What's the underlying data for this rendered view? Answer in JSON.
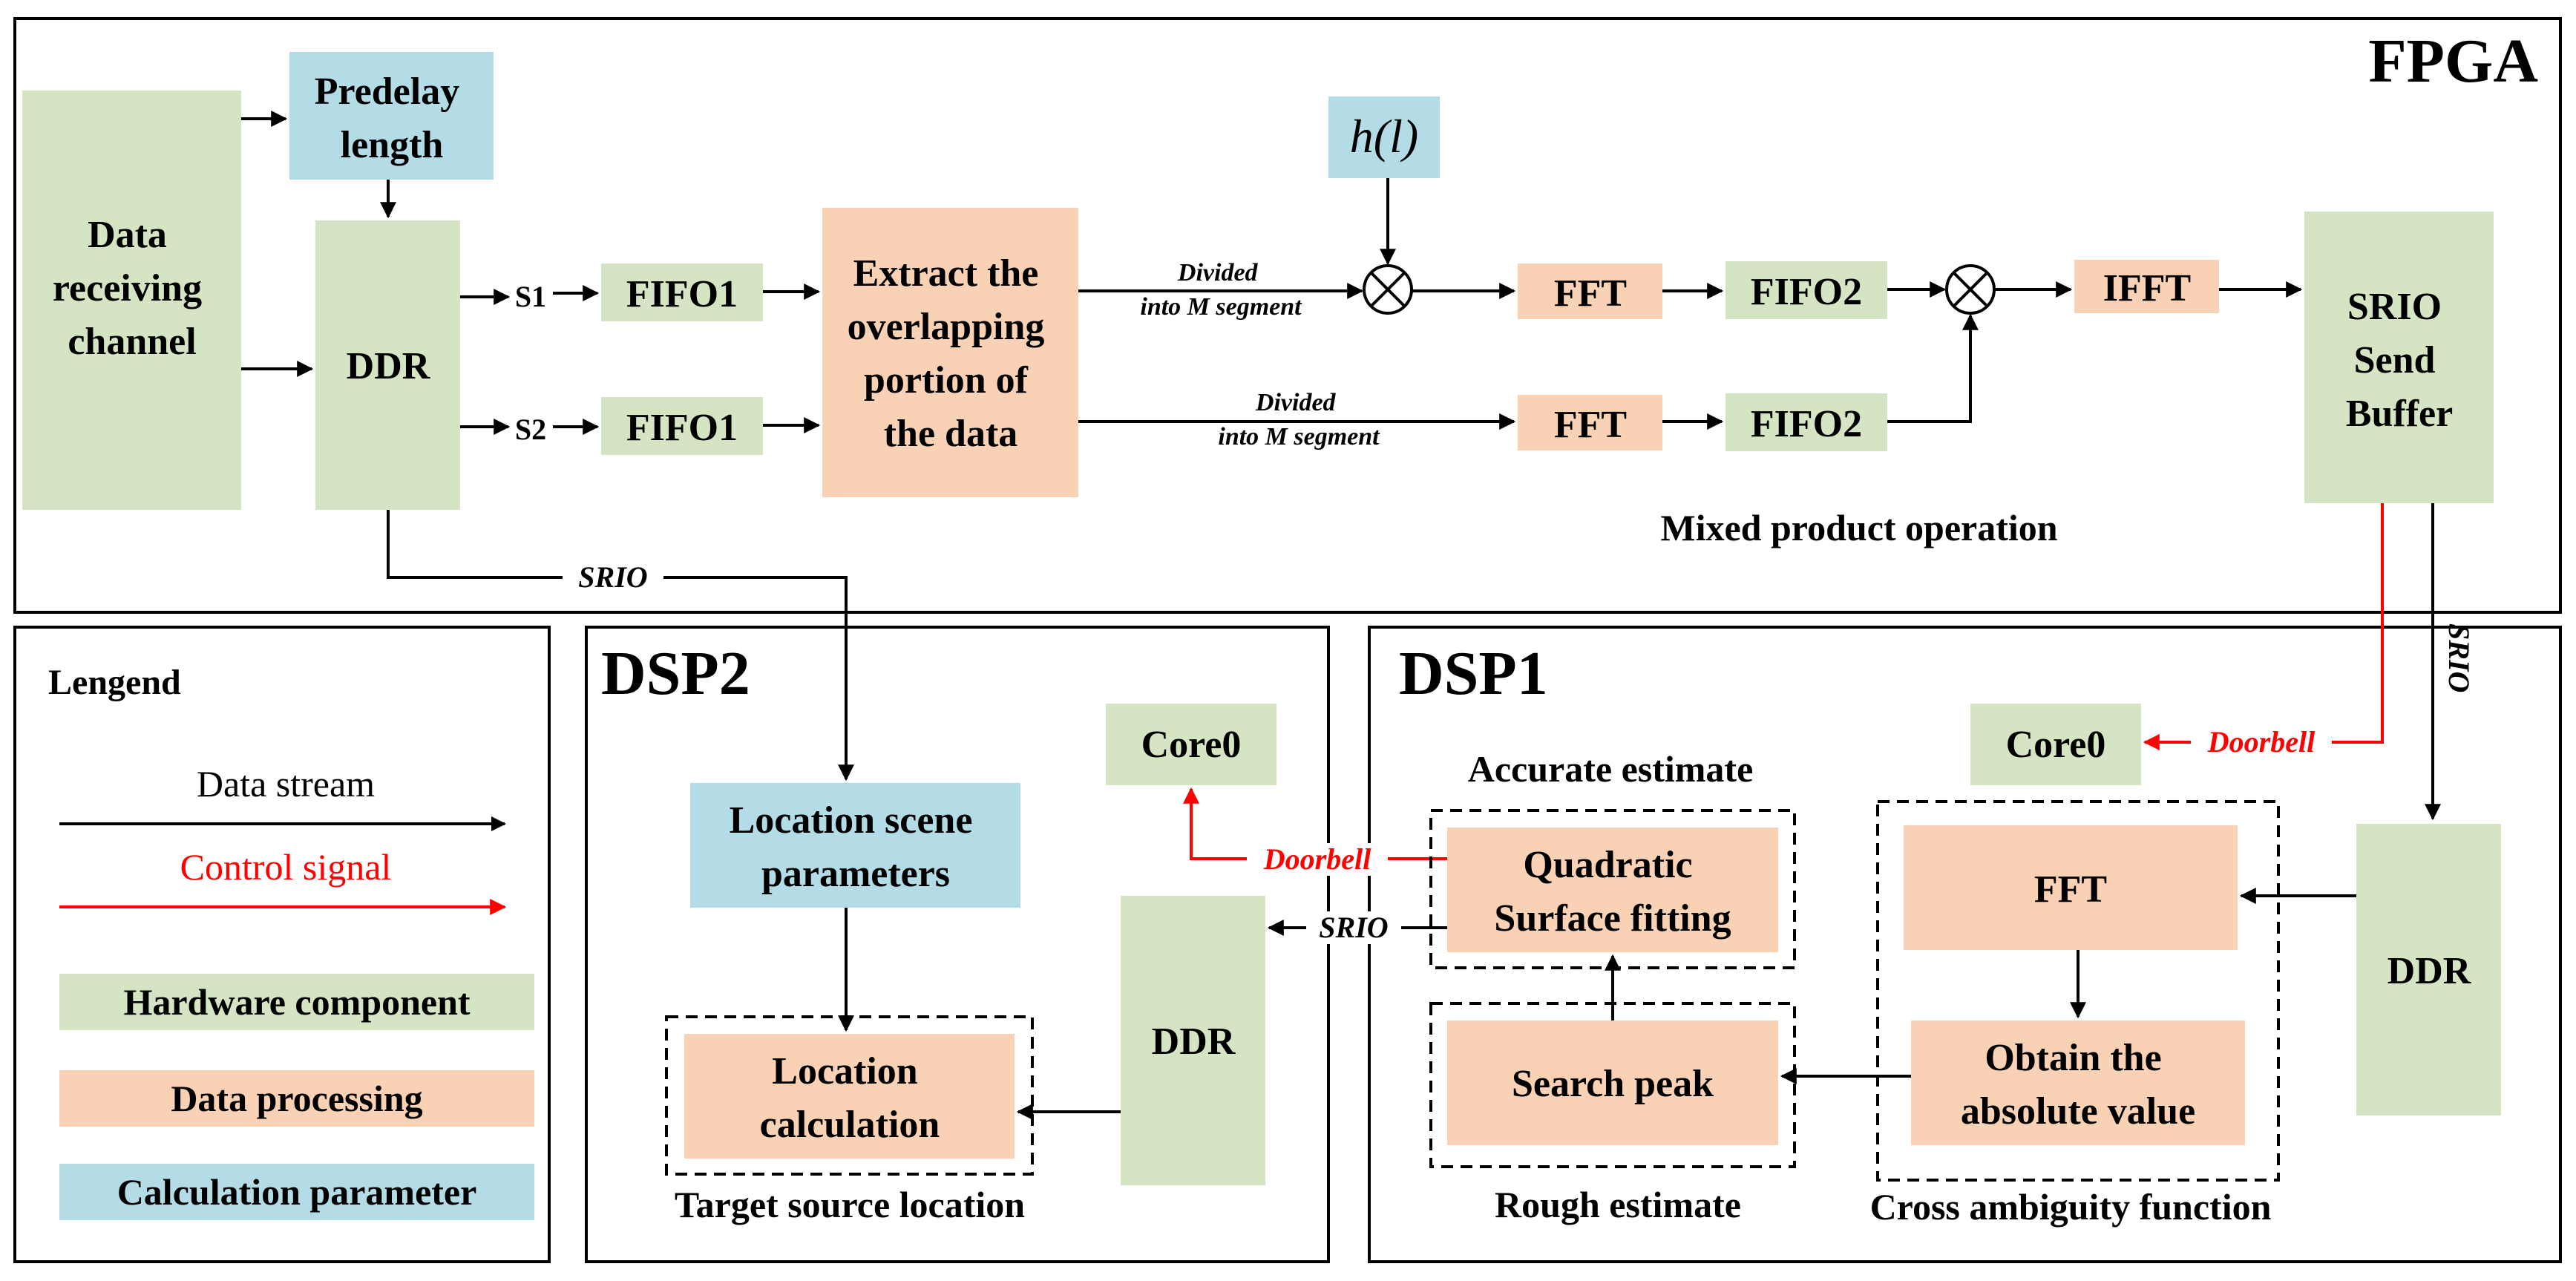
{
  "colors": {
    "hardware": "#d5e5c3",
    "processing": "#f9d2b6",
    "parameter": "#b3dce6",
    "data_stream": "#000000",
    "control_signal": "#ff0000"
  },
  "regions": {
    "fpga": "FPGA",
    "dsp2": "DSP2",
    "dsp1": "DSP1"
  },
  "fpga": {
    "data_channel": [
      "Data",
      "receiving",
      "channel"
    ],
    "predelay": [
      "Predelay",
      "length"
    ],
    "ddr": "DDR",
    "s1": "S1",
    "s2": "S2",
    "fifo1_top": "FIFO1",
    "fifo1_bottom": "FIFO1",
    "extract": [
      "Extract the",
      "overlapping",
      "portion of",
      "the data"
    ],
    "divided_top": [
      "Divided",
      "into M segment"
    ],
    "divided_bottom": [
      "Divided",
      "into M segment"
    ],
    "h_l": "h(l)",
    "fft_top": "FFT",
    "fft_bottom": "FFT",
    "fifo2_top": "FIFO2",
    "fifo2_bottom": "FIFO2",
    "ifft": "IFFT",
    "srio_buffer": [
      "SRIO",
      "Send",
      "Buffer"
    ],
    "mixed_product": "Mixed product operation",
    "srio_link": "SRIO"
  },
  "legend": {
    "title": "Lengend",
    "data_stream": "Data stream",
    "control_signal": "Control signal",
    "hardware": "Hardware component",
    "processing": "Data processing",
    "parameter": "Calculation parameter"
  },
  "dsp2": {
    "core0": "Core0",
    "location_params": [
      "Location scene",
      "parameters"
    ],
    "location_calc": [
      "Location",
      "calculation"
    ],
    "ddr": "DDR",
    "target_caption": "Target source location",
    "doorbell": "Doorbell",
    "srio": "SRIO"
  },
  "dsp1": {
    "core0": "Core0",
    "doorbell": "Doorbell",
    "accurate_caption": "Accurate estimate",
    "quadratic": [
      "Quadratic",
      "Surface fitting"
    ],
    "search_peak": "Search peak",
    "rough_caption": "Rough estimate",
    "fft": "FFT",
    "absolute": [
      "Obtain the",
      "absolute value"
    ],
    "cross_caption": "Cross ambiguity function",
    "ddr": "DDR",
    "srio_vertical": "SRIO"
  }
}
